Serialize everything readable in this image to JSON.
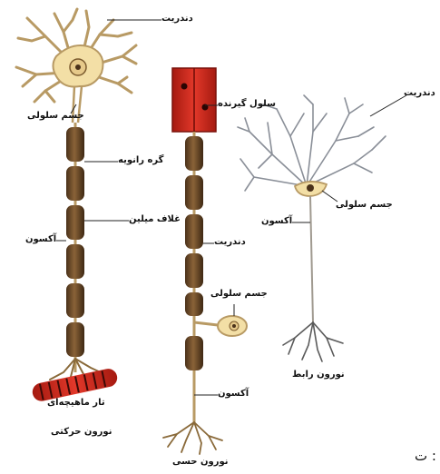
{
  "motor_neuron": {
    "dendrite": "دندریت",
    "cell_body": "جسم سلولی",
    "node_of_ranvier": "گره رانویه",
    "myelin_sheath": "غلاف میلین",
    "axon": "آکسون",
    "muscle_fiber": "تار ماهیچه‌ای",
    "caption": "نورون حرکتی"
  },
  "sensory_neuron": {
    "receptor_cell": "سلول گیرنده",
    "dendrite": "دندریت",
    "cell_body": "جسم سلولی",
    "axon": "آکسون",
    "caption": "نورون حسی"
  },
  "interneuron": {
    "dendrite": "دندریت",
    "cell_body": "جسم سلولی",
    "axon": "آکسون",
    "caption": "نورون رابط"
  },
  "corner_text": "ت :",
  "colors": {
    "myelin": "#6b4a2a",
    "cell_fill": "#f3dfa6",
    "neurite": "#b89a64",
    "receptor": "#d42a1c",
    "muscle": "#c4281c"
  }
}
